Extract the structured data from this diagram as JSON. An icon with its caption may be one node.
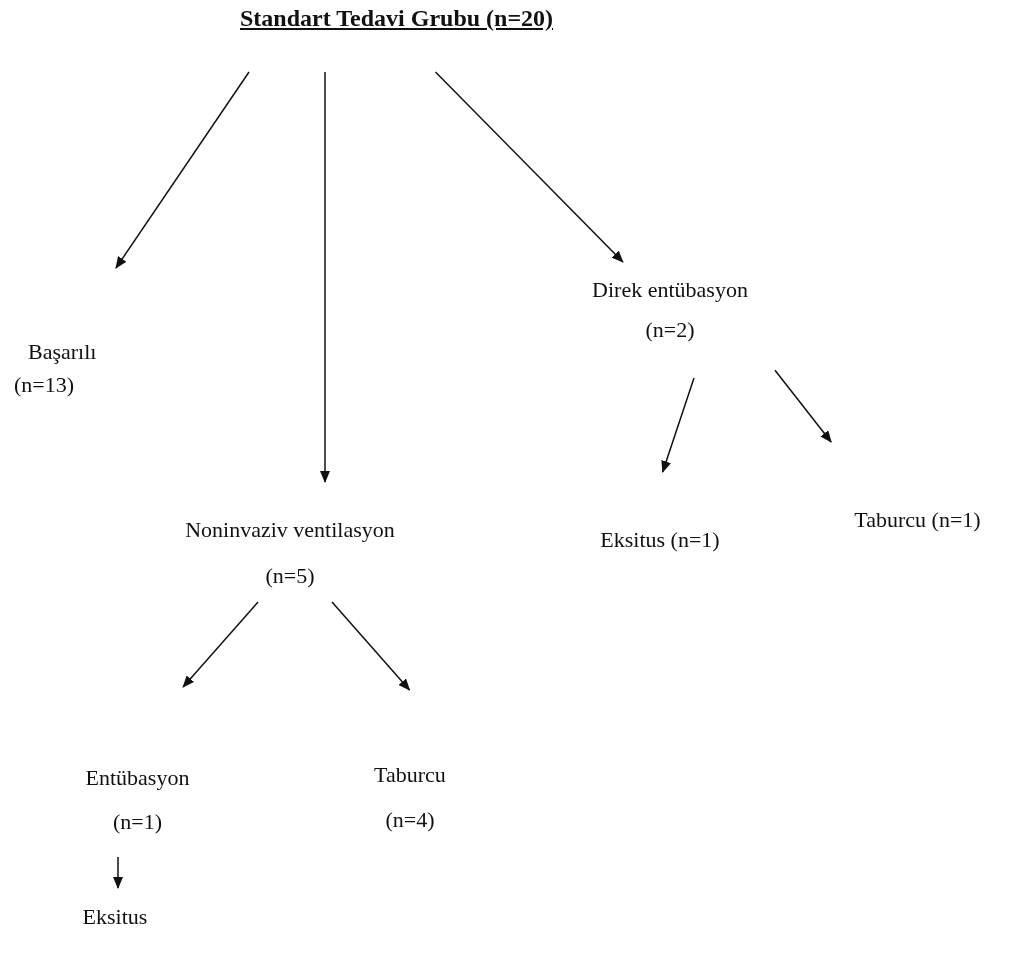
{
  "diagram": {
    "nodes": [
      {
        "text": [
          "Standart Tedavi Grubu (n=20)"
        ]
      },
      {
        "text": [
          "Başarılı",
          "(n=13)"
        ]
      },
      {
        "text": [
          "Noninvaziv ventilasyon",
          "(n=5)"
        ]
      },
      {
        "text": [
          "Direk entübasyon",
          "(n=2)"
        ]
      },
      {
        "text": [
          "Entübasyon",
          "(n=1)"
        ]
      },
      {
        "text": [
          "Taburcu",
          "(n=4)"
        ]
      },
      {
        "text": [
          "Eksitus (n=1)"
        ]
      },
      {
        "text": [
          "Taburcu (n=1)"
        ]
      },
      {
        "text": [
          "Eksitus"
        ]
      }
    ],
    "edges": [
      {
        "from": 0,
        "to": 1,
        "arrow": "to"
      },
      {
        "from": 0,
        "to": 2,
        "arrow": "to"
      },
      {
        "from": 0,
        "to": 3,
        "arrow": "to"
      },
      {
        "from": 3,
        "to": 6,
        "arrow": "to"
      },
      {
        "from": 3,
        "to": 7,
        "arrow": "to"
      },
      {
        "from": 2,
        "to": 4,
        "arrow": "to"
      },
      {
        "from": 2,
        "to": 5,
        "arrow": "to"
      },
      {
        "from": 4,
        "to": 8,
        "arrow": "to"
      }
    ]
  }
}
